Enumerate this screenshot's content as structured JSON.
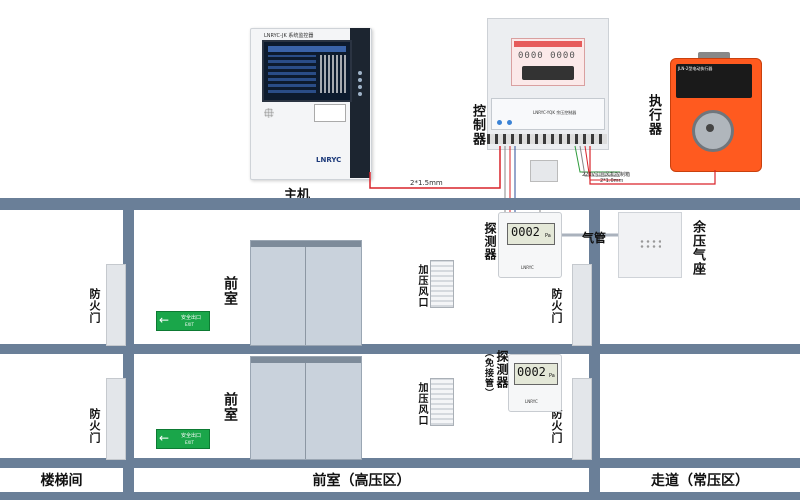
{
  "host": {
    "brand": "LNRYC-JK 系统监控器",
    "logo": "LNRYC",
    "logo_sub": "",
    "label": "主机"
  },
  "controller": {
    "label": "控制器",
    "model": "LNRYC-YQK 余压控制器",
    "display": "0000 0000"
  },
  "actuator": {
    "label": "执行器",
    "brand": "JLN-2型电动执行器"
  },
  "wiring": {
    "main_cable": "2*1.5mm",
    "power_note": "220V引自风机控制箱",
    "actuator_cable": "2*1.0mm"
  },
  "detectors": [
    {
      "label": "探测器",
      "reading": "0002",
      "unit": "Pa",
      "brand": "LNRYC"
    },
    {
      "label": "探测器",
      "sub_label": "（免接管）",
      "reading": "0002",
      "unit": "Pa",
      "brand": "LNRYC"
    }
  ],
  "pipe_label": "气管",
  "socket_label": "余压气座",
  "rooms": {
    "anteroom": "前室",
    "fire_door": "防火门",
    "vent": "加压风口",
    "exit_sign": "安全出口",
    "exit_sign_en": "EXIT"
  },
  "zones": {
    "stairs": "楼梯间",
    "anteroom_high": "前室（高压区）",
    "corridor": "走道（常压区）"
  },
  "colors": {
    "wall": "#6a7f98",
    "cable_red": "#d9232a",
    "actuator": "#ff5a1f",
    "exit_green": "#1aa64a"
  }
}
